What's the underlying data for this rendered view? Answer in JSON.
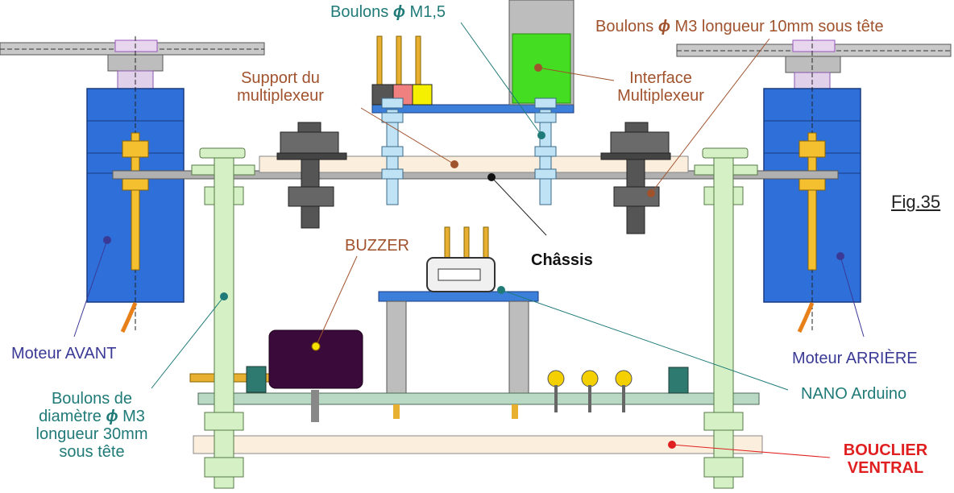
{
  "figure_label": "Fig.35",
  "phi_symbol": "ϕ",
  "labels": {
    "boulons_m15": {
      "prefix": "Boulons ",
      "suffix": " M1,5"
    },
    "boulons_m3_10": {
      "prefix": "Boulons ",
      "suffix": " M3 longueur 10mm sous tête"
    },
    "support_multiplexeur": [
      "Support du",
      "multiplexeur"
    ],
    "interface_multiplexeur": [
      "Interface",
      "Multiplexeur"
    ],
    "buzzer": "BUZZER",
    "chassis": "Châssis",
    "moteur_avant": "Moteur AVANT",
    "moteur_arriere": "Moteur ARRIÈRE",
    "nano_arduino": "NANO Arduino",
    "boulons_m3_30": {
      "line1": "Boulons de",
      "line2_prefix": "diamètre ",
      "line2_suffix": " M3",
      "line3": "longueur 30mm",
      "line4": "sous tête"
    },
    "bouclier_ventral": [
      "BOUCLIER",
      "VENTRAL"
    ]
  },
  "colors": {
    "motor_blue": "#2e6fd9",
    "chassis_grey": "#b0b0b0",
    "bolt_green": "#d4f0c4",
    "bolt_blue": "#bfe3f5",
    "board_blue": "#3b7fdb",
    "board_green": "#b9d9c5",
    "buzzer_purple": "#3a0a3a",
    "interface_green": "#44dd22",
    "pin_gold": "#e8b030",
    "support_beige": "#fbeedd",
    "text_brown": "#a0522d",
    "text_teal": "#1f7a78",
    "text_indigo": "#3a3a96",
    "text_red": "#e02020"
  }
}
